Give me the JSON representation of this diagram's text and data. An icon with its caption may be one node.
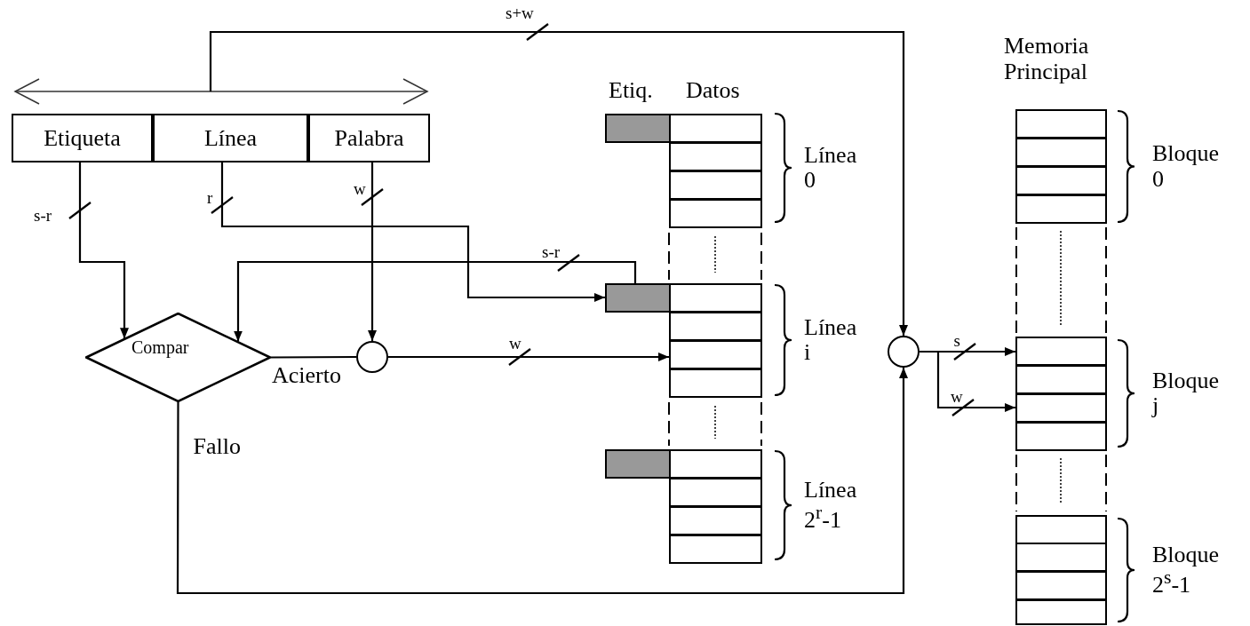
{
  "diagram": {
    "nodes": [
      {
        "text": [
          "Etiqueta"
        ]
      },
      {
        "text": [
          "Línea"
        ]
      },
      {
        "text": [
          "Palabra"
        ]
      },
      {
        "text": [
          "Compar"
        ]
      },
      {
        "text": [],
        "shape": "circle"
      },
      {
        "text": [],
        "shape": "circle"
      },
      {
        "text": [],
        "shape": "box"
      },
      {
        "text": [],
        "shape": "box"
      },
      {
        "text": [],
        "shape": "box"
      },
      {
        "text": [],
        "shape": "box"
      },
      {
        "text": [],
        "shape": "box"
      },
      {
        "text": [],
        "shape": "box"
      },
      {
        "text": [],
        "shape": "box"
      },
      {
        "text": [],
        "shape": "box"
      },
      {
        "text": [],
        "shape": "box"
      },
      {
        "text": [],
        "shape": "box"
      },
      {
        "text": [],
        "shape": "box"
      },
      {
        "text": [],
        "shape": "box"
      },
      {
        "text": [],
        "shape": "box"
      },
      {
        "text": [],
        "shape": "box"
      },
      {
        "text": [],
        "shape": "box"
      },
      {
        "text": [],
        "shape": "box"
      },
      {
        "text": [],
        "shape": "box"
      },
      {
        "text": [],
        "shape": "box"
      },
      {
        "text": [],
        "shape": "box"
      },
      {
        "text": [],
        "shape": "box"
      },
      {
        "text": [],
        "shape": "box"
      },
      {
        "text": [],
        "shape": "box"
      },
      {
        "text": [],
        "shape": "box"
      },
      {
        "text": [],
        "shape": "box"
      },
      {
        "text": [],
        "shape": "box"
      },
      {
        "text": [],
        "shape": "box"
      },
      {
        "text": [],
        "shape": "box"
      }
    ],
    "edges": [
      {
        "from": 0,
        "to": 3,
        "arrow": "to",
        "label": "s-r"
      },
      {
        "from": 1,
        "to": 11,
        "arrow": "to",
        "label": "r"
      },
      {
        "from": 2,
        "to": 4,
        "arrow": "to",
        "label": "w"
      },
      {
        "from": 11,
        "to": 3,
        "arrow": "to",
        "label": "s-r"
      },
      {
        "from": 3,
        "to": 4,
        "arrow": "none",
        "label": "Acierto"
      },
      {
        "from": 4,
        "to": 13,
        "arrow": "to",
        "label": "w"
      },
      {
        "from": 3,
        "to": 5,
        "arrow": "to",
        "label": "Fallo"
      },
      {
        "from": null,
        "to": 5,
        "arrow": "to",
        "label": "s+w"
      },
      {
        "from": 5,
        "to": 25,
        "arrow": "to",
        "label": "s"
      },
      {
        "from": 5,
        "to": 27,
        "arrow": "to",
        "label": "w"
      }
    ],
    "labels": [
      "Etiq.",
      "Datos",
      "Memoria Principal",
      "Línea 0",
      "Línea i",
      "Línea 2$^{r}$-1",
      "Bloque 0",
      "Bloque j",
      "Bloque 2$^{s}$-1"
    ]
  }
}
